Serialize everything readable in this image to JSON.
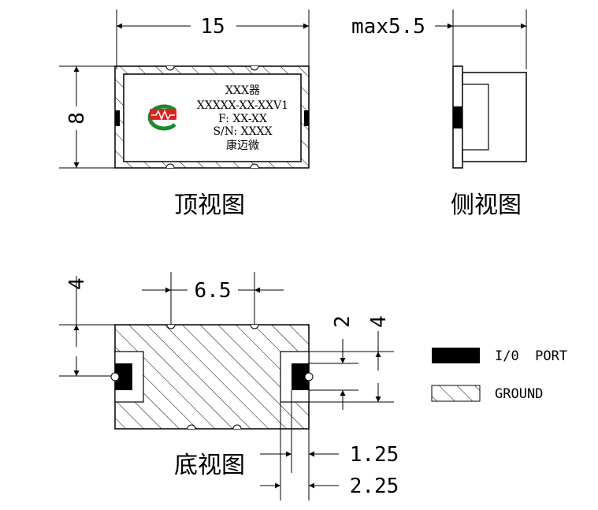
{
  "top_view": {
    "caption": "顶视图",
    "width_dim": "15",
    "height_dim": "8",
    "label_lines": [
      "XXX器",
      "XXXXX-XX-XXV1",
      "F: XX-XX",
      "S/N: XXXX",
      "康迈微"
    ]
  },
  "side_view": {
    "caption": "侧视图",
    "height_dim": "max5.5"
  },
  "bottom_view": {
    "caption": "底视图",
    "dim_left_height": "4",
    "dim_notch_spacing": "6.5",
    "dim_pad_height": "2",
    "dim_outer_height": "4",
    "dim_inner_offset": "1.25",
    "dim_outer_offset": "2.25"
  },
  "legend": {
    "io_port_label": "I/0  PORT",
    "ground_label": "GROUND"
  },
  "colors": {
    "line": "#000000",
    "logo_red": "#e02020",
    "logo_green": "#1a8a2a",
    "background": "#ffffff"
  }
}
